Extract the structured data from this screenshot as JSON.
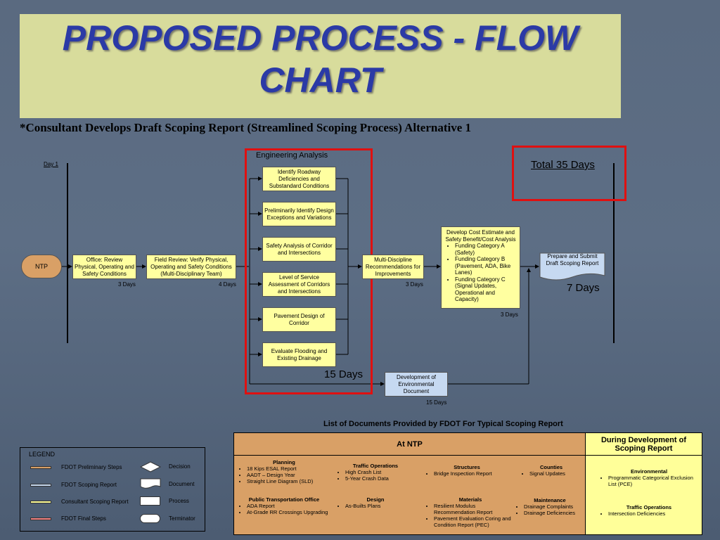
{
  "title": "PROPOSED PROCESS - FLOW CHART",
  "subtitle": "*Consultant Develops Draft Scoping Report (Streamlined Scoping Process) Alternative 1",
  "labels": {
    "day1": "Day 1",
    "engineering_analysis": "Engineering Analysis",
    "total": "Total 35 Days",
    "seven_days": "7 Days",
    "fifteen_days_big": "15 Days"
  },
  "nodes": {
    "ntp": "NTP",
    "office_review": "Office: Review Physical, Operating and Safety Conditions",
    "field_review": "Field Review: Verify Physical, Operating and Safety Conditions (Multi-Disciplinary Team)",
    "identify": "Identify Roadway Deficiencies and Substandard Conditions",
    "prelim": "Preliminarily Identify Design Exceptions and Variations",
    "safety": "Safety Analysis of Corridor and Intersections",
    "los": "Level of Service Assessment of Corridors and Intersections",
    "pavement": "Pavement Design of Corridor",
    "flooding": "Evaluate Flooding and Existing Drainage",
    "multi": "Multi-Discipline Recommendations for Improvements",
    "cost_title": "Develop Cost Estimate and Safety Benefit/Cost Analysis",
    "cost_items": [
      "Funding Category A (Safety)",
      "Funding Category B (Pavement, ADA, Bike Lanes)",
      "Funding Category C (Signal Updates, Operational and Capacity)"
    ],
    "prepare": "Prepare and Submit Draft Scoping Report",
    "env_doc": "Development of Environmental Document"
  },
  "durations": {
    "office": "3 Days",
    "field": "4 Days",
    "multi": "3 Days",
    "cost": "3 Days",
    "env": "15 Days"
  },
  "docs_title": "List of Documents Provided by FDOT For Typical Scoping Report",
  "docs": {
    "at_ntp_header": "At NTP",
    "during_header": "During Development of Scoping Report",
    "planning": {
      "title": "Planning",
      "items": [
        "18 Kips ESAL Report",
        "AADT – Design Year",
        "Straight Line Diagram (SLD)"
      ]
    },
    "traffic_ops": {
      "title": "Traffic Operations",
      "items": [
        "High Crash List",
        "5-Year Crash Data"
      ]
    },
    "structures": {
      "title": "Structures",
      "items": [
        "Bridge Inspection Report"
      ]
    },
    "counties": {
      "title": "Counties",
      "items": [
        "Signal Updates"
      ]
    },
    "pto": {
      "title": "Public Transportation Office",
      "items": [
        "ADA Report",
        "At-Grade RR Crossings Upgrading"
      ]
    },
    "design": {
      "title": "Design",
      "items": [
        "As-Builts Plans"
      ]
    },
    "materials": {
      "title": "Materials",
      "items": [
        "Resilient Modulus Recommendation Report",
        "Pavement Evaluation Coring and Condition Report (PEC)"
      ]
    },
    "maintenance": {
      "title": "Maintenance",
      "items": [
        "Drainage Complaints",
        "Drainage Deficiencies"
      ]
    },
    "environmental": {
      "title": "Environmental",
      "items": [
        "Programmatic Categorical Exclusion List (PCE)"
      ]
    },
    "traffic_ops2": {
      "title": "Traffic Operations",
      "items": [
        "Intersection Deficiencies"
      ]
    }
  },
  "legend": {
    "title": "LEGEND",
    "lines": [
      {
        "label": "FDOT Preliminary Steps",
        "color": "#d9a066"
      },
      {
        "label": "FDOT Scoping Report",
        "color": "#c6d9f1"
      },
      {
        "label": "Consultant Scoping Report",
        "color": "#ffff99"
      },
      {
        "label": "FDOT Final Steps",
        "color": "#f08080"
      }
    ],
    "shapes": [
      "Decision",
      "Document",
      "Process",
      "Terminator"
    ]
  }
}
